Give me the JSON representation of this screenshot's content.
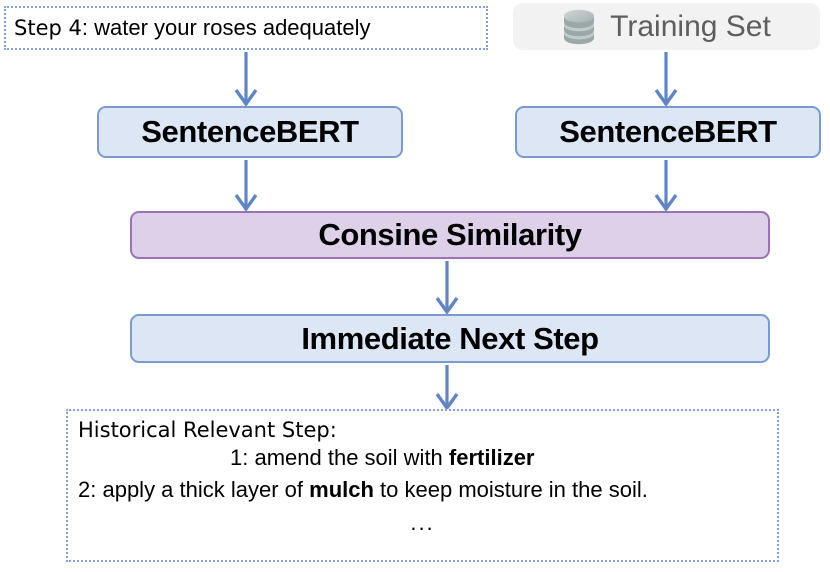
{
  "diagram": {
    "title": "SentenceBERT cosine-similarity retrieval pipeline",
    "colors": {
      "arrow": "#6185c2",
      "blue_fill": "#dce6f5",
      "blue_border": "#7a9bcc",
      "purple_fill": "#ddd0e8",
      "purple_border": "#9b72b8",
      "grey_fill": "#f2f2f2",
      "dotted_border": "#7fa2d8",
      "db_icon": "#9aa8a8"
    },
    "nodes": {
      "step_input": {
        "keyword": "Step",
        "number": " 4",
        "rest": ": water your roses adequately",
        "full_text": "Step 4: water your roses adequately"
      },
      "training_set": {
        "label": "Training Set",
        "icon": "database-icon"
      },
      "sentencebert_left": {
        "label": "SentenceBERT"
      },
      "sentencebert_right": {
        "label": "SentenceBERT"
      },
      "cosine_similarity": {
        "label": "Consine Similarity"
      },
      "immediate_next_step": {
        "label": "Immediate Next Step"
      },
      "historical_relevant_step": {
        "title": "Historical Relevant Step:",
        "items": [
          {
            "number": "1: ",
            "before": "amend the soil with ",
            "bold": "fertilizer",
            "after": ""
          },
          {
            "number": "2: ",
            "before": "apply a thick layer of ",
            "bold": "mulch",
            "after": " to keep moisture in the soil."
          }
        ],
        "ellipsis": "..."
      }
    },
    "edges": [
      {
        "from": "step_input",
        "to": "sentencebert_left"
      },
      {
        "from": "training_set",
        "to": "sentencebert_right"
      },
      {
        "from": "sentencebert_left",
        "to": "cosine_similarity"
      },
      {
        "from": "sentencebert_right",
        "to": "cosine_similarity"
      },
      {
        "from": "cosine_similarity",
        "to": "immediate_next_step"
      },
      {
        "from": "immediate_next_step",
        "to": "historical_relevant_step"
      }
    ]
  }
}
